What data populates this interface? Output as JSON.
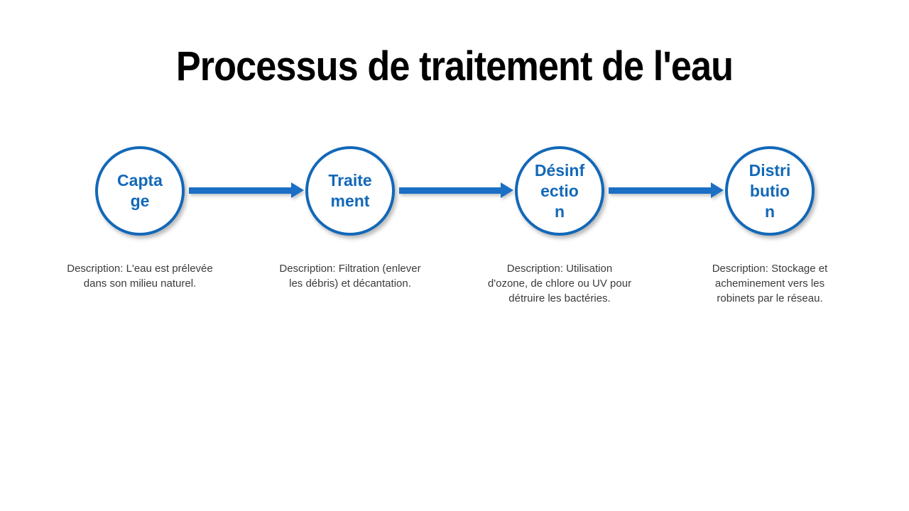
{
  "title": "Processus de traitement de l'eau",
  "colors": {
    "accent_blue": "#1268B8",
    "arrow_blue": "#1B6FC4",
    "title_black": "#000000",
    "description_gray": "#3B3B3B"
  },
  "steps": [
    {
      "label": "Captage",
      "label_display": "Capta\nge",
      "description": "Description: L'eau est prélevée\ndans son milieu naturel."
    },
    {
      "label": "Traitement",
      "label_display": "Traite\nment",
      "description": "Description: Filtration (enlever\nles débris) et décantation."
    },
    {
      "label": "Désinfection",
      "label_display": "Désinf\nectio\nn",
      "description": "Description: Utilisation\nd'ozone, de chlore ou UV pour\ndétruire les bactéries."
    },
    {
      "label": "Distribution",
      "label_display": "Distri\nbutio\nn",
      "description": "Description: Stockage et\nacheminement vers les\nrobinets par le réseau."
    }
  ]
}
